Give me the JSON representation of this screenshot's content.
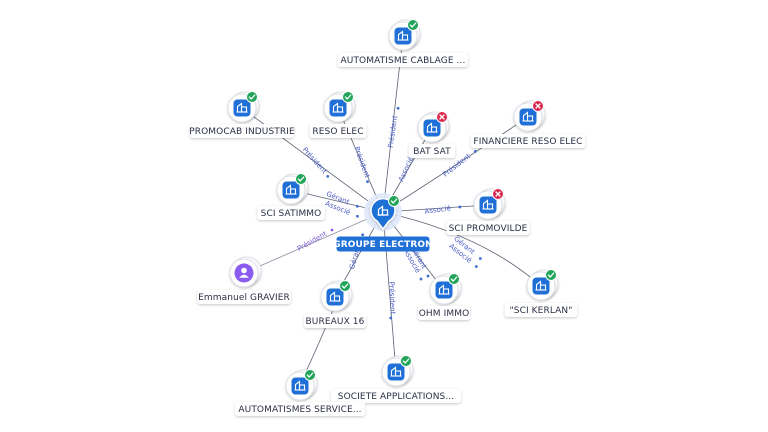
{
  "colors": {
    "accent": "#1f6fd6",
    "edge": "#5a6272",
    "edge_label": "#4a5cc4",
    "person_accent": "#8a5cf0",
    "status_active": "#22a55a",
    "status_closed": "#d8284e",
    "label_bg": "#ffffff"
  },
  "center": {
    "name": "GROUPE ELECTRON",
    "icon": "company-icon"
  },
  "nodes": [
    {
      "id": "automatisme-cablage",
      "name": "AUTOMATISME CABLAGE ...",
      "type": "company",
      "status": "active",
      "relations": [
        "Président"
      ]
    },
    {
      "id": "promocab-industrie",
      "name": "PROMOCAB INDUSTRIE",
      "type": "company",
      "status": "active",
      "relations": [
        "Président"
      ]
    },
    {
      "id": "reso-elec",
      "name": "RESO ELEC",
      "type": "company",
      "status": "active",
      "relations": [
        "Président"
      ]
    },
    {
      "id": "bat-sat",
      "name": "BAT SAT",
      "type": "company",
      "status": "closed",
      "relations": [
        "Associé"
      ]
    },
    {
      "id": "financiere-reso-elec",
      "name": "FINANCIERE RESO ELEC",
      "type": "company",
      "status": "closed",
      "relations": [
        "Président"
      ]
    },
    {
      "id": "sci-satimmo",
      "name": "SCI SATIMMO",
      "type": "company",
      "status": "active",
      "relations": [
        "Gérant",
        "Associé"
      ]
    },
    {
      "id": "sci-promovilde",
      "name": "SCI PROMOVILDE",
      "type": "company",
      "status": "closed",
      "relations": [
        "Associé"
      ]
    },
    {
      "id": "emmanuel-gravier",
      "name": "Emmanuel GRAVIER",
      "type": "person",
      "status": "none",
      "relations": [
        "Président"
      ]
    },
    {
      "id": "sci-kerlan",
      "name": "\"SCI KERLAN\"",
      "type": "company",
      "status": "active",
      "relations": [
        "Gérant",
        "Associé"
      ]
    },
    {
      "id": "ohm-immo",
      "name": "OHM IMMO",
      "type": "company",
      "status": "active",
      "relations": [
        "Gérant",
        "Associé"
      ]
    },
    {
      "id": "bureaux-16",
      "name": "BUREAUX 16",
      "type": "company",
      "status": "active",
      "relations": [
        "Gérant"
      ]
    },
    {
      "id": "societe-applications",
      "name": "SOCIETE APPLICATIONS...",
      "type": "company",
      "status": "active",
      "relations": [
        "Président"
      ]
    },
    {
      "id": "automatismes-service",
      "name": "AUTOMATISMES SERVICE...",
      "type": "company",
      "status": "active",
      "relations": []
    }
  ]
}
